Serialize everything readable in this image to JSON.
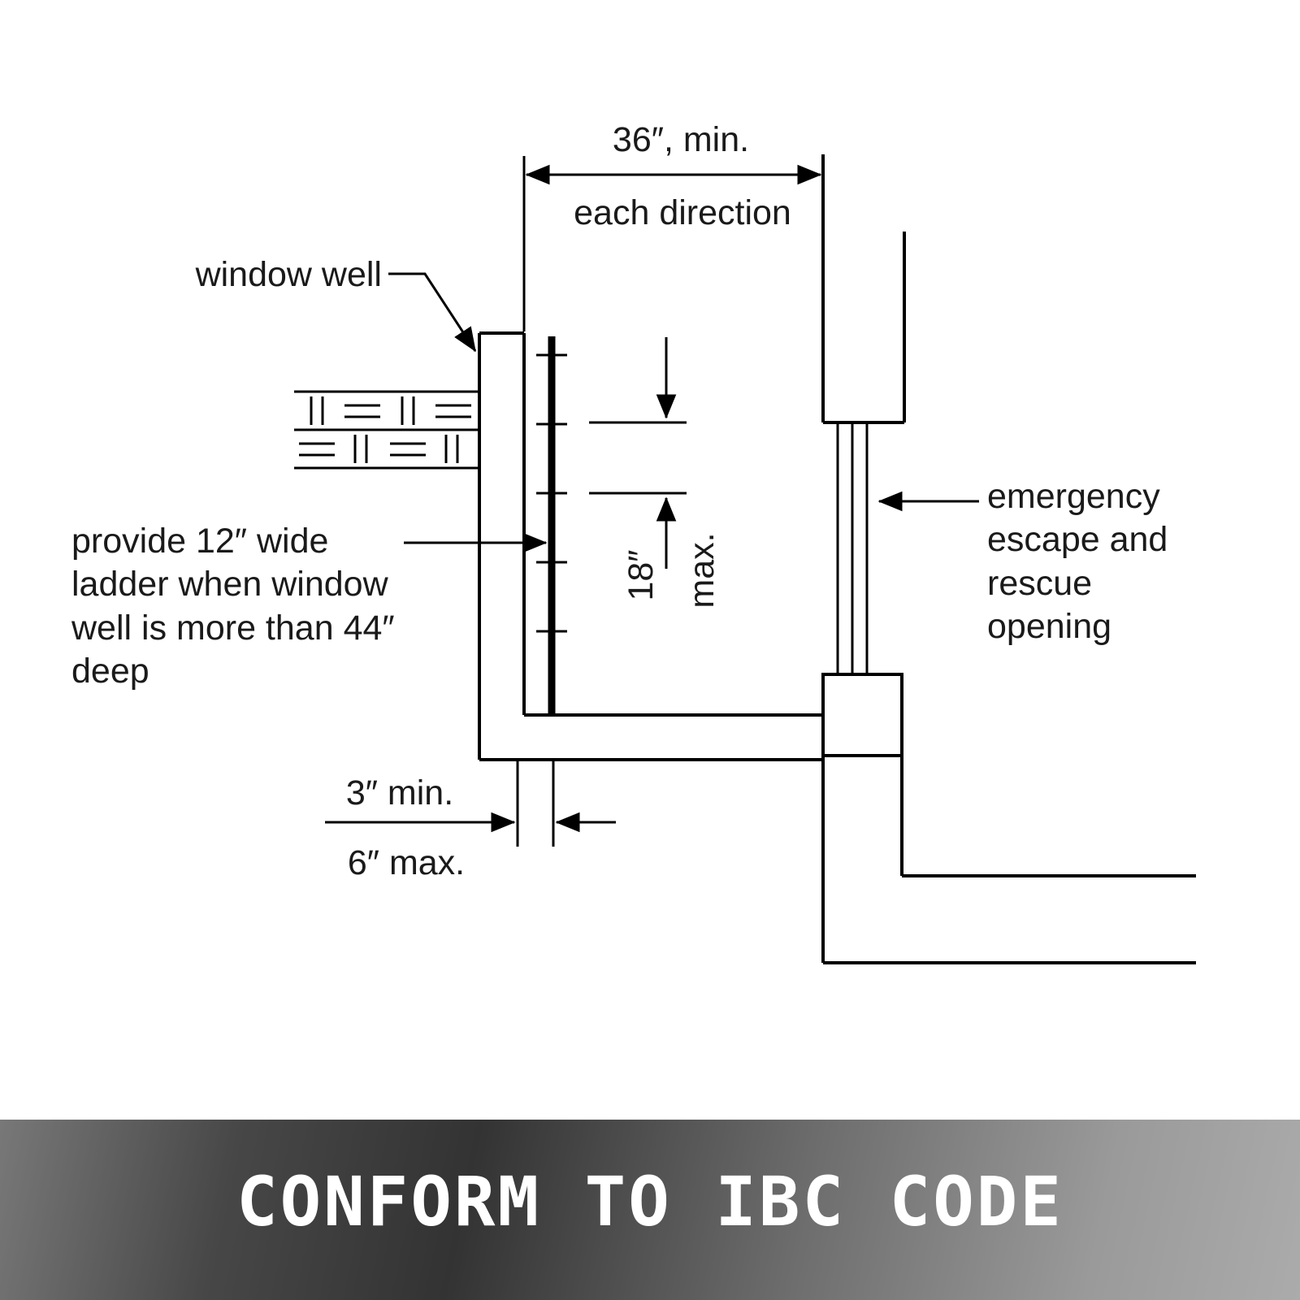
{
  "diagram": {
    "dim_top": "36″, min.",
    "dim_top_sub": "each direction",
    "window_well_label": "window well",
    "ladder_note": [
      "provide 12″ wide",
      "ladder when window",
      "well is more than 44″",
      "deep"
    ],
    "dim_rung": "18″",
    "dim_rung_qualifier": "max.",
    "emergency_label": [
      "emergency",
      "escape and",
      "rescue",
      "opening"
    ],
    "dim_standoff_min": "3″ min.",
    "dim_standoff_max": "6″ max."
  },
  "banner": {
    "text": "CONFORM TO IBC CODE"
  },
  "colors": {
    "line": "#000000",
    "text": "#1a1a1a",
    "banner_text": "#ffffff",
    "banner_gradient_dark": "#333333",
    "banner_gradient_light": "#ababab"
  }
}
